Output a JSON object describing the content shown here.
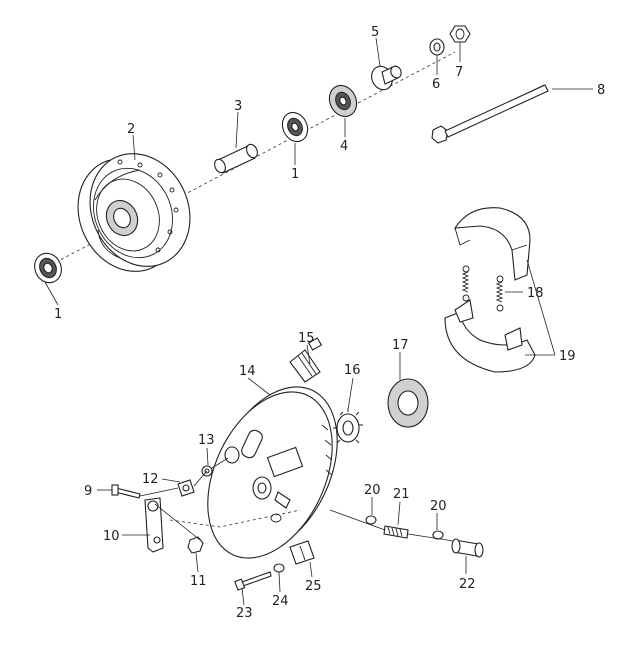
{
  "callouts": [
    {
      "id": "c1a",
      "label": "1"
    },
    {
      "id": "c1b",
      "label": "1"
    },
    {
      "id": "c2",
      "label": "2"
    },
    {
      "id": "c3",
      "label": "3"
    },
    {
      "id": "c4",
      "label": "4"
    },
    {
      "id": "c5",
      "label": "5"
    },
    {
      "id": "c6",
      "label": "6"
    },
    {
      "id": "c7",
      "label": "7"
    },
    {
      "id": "c8",
      "label": "8"
    },
    {
      "id": "c9",
      "label": "9"
    },
    {
      "id": "c10",
      "label": "10"
    },
    {
      "id": "c11",
      "label": "11"
    },
    {
      "id": "c12",
      "label": "12"
    },
    {
      "id": "c13",
      "label": "13"
    },
    {
      "id": "c14",
      "label": "14"
    },
    {
      "id": "c15",
      "label": "15"
    },
    {
      "id": "c16",
      "label": "16"
    },
    {
      "id": "c17",
      "label": "17"
    },
    {
      "id": "c18",
      "label": "18"
    },
    {
      "id": "c19",
      "label": "19"
    },
    {
      "id": "c20a",
      "label": "20"
    },
    {
      "id": "c20b",
      "label": "20"
    },
    {
      "id": "c21",
      "label": "21"
    },
    {
      "id": "c22",
      "label": "22"
    },
    {
      "id": "c23",
      "label": "23"
    },
    {
      "id": "c24",
      "label": "24"
    },
    {
      "id": "c25",
      "label": "25"
    }
  ]
}
